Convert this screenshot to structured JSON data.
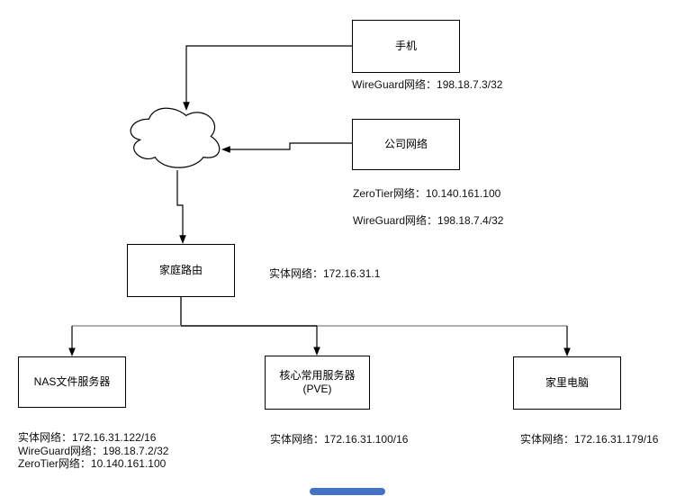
{
  "diagram": {
    "nodes": {
      "phone": {
        "label": "手机"
      },
      "company": {
        "label": "公司网络"
      },
      "router": {
        "label": "家庭路由"
      },
      "nas": {
        "label": "NAS文件服务器"
      },
      "pve": {
        "line1": "核心常用服务器",
        "line2": "(PVE)"
      },
      "pc": {
        "label": "家里电脑"
      }
    },
    "annotations": {
      "phone_wireguard": "WireGuard网络：198.18.7.3/32",
      "company_zerotier": "ZeroTier网络：10.140.161.100",
      "company_wireguard": "WireGuard网络：198.18.7.4/32",
      "router_physical": "实体网络：172.16.31.1",
      "nas_physical": "实体网络：172.16.31.122/16",
      "nas_wireguard": "WireGuard网络：198.18.7.2/32",
      "nas_zerotier": "ZeroTier网络：10.140.161.100",
      "pve_physical": "实体网络：172.16.31.100/16",
      "pc_physical": "实体网络：172.16.31.179/16"
    },
    "icons": {
      "cloud": "internet-cloud-icon"
    },
    "colors": {
      "line": "#000000",
      "bus_line_gray": "#999999",
      "node_border": "#000000",
      "node_fill": "#ffffff",
      "bottom_bar_blue": "#4472c4"
    }
  }
}
